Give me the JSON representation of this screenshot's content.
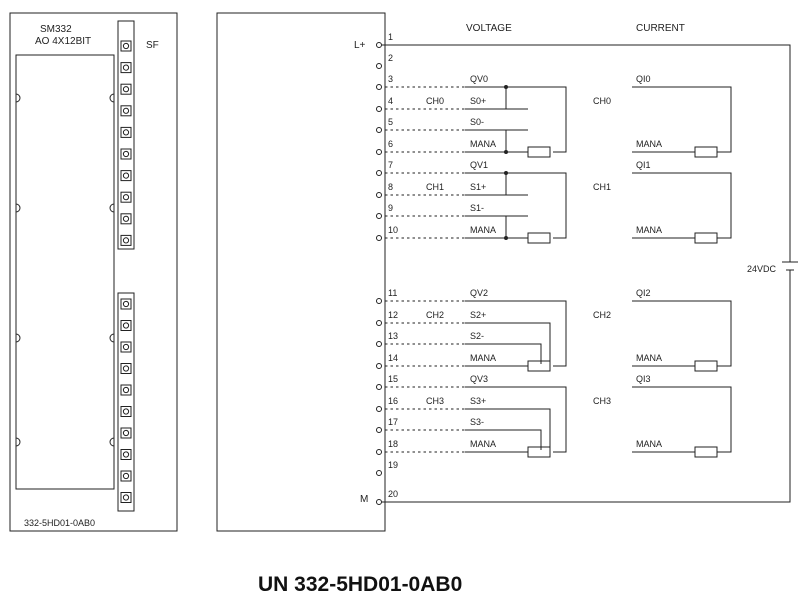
{
  "module": {
    "name": "SM332",
    "type": "AO 4X12BIT",
    "part_label": "332-5HD01-0AB0",
    "sf_label": "SF"
  },
  "diagram": {
    "voltage_header": "VOLTAGE",
    "current_header": "CURRENT",
    "supply_label": "24VDC",
    "lplus_label": "L+",
    "m_label": "M",
    "terminal_numbers": [
      "1",
      "2",
      "3",
      "4",
      "5",
      "6",
      "7",
      "8",
      "9",
      "10",
      "11",
      "12",
      "13",
      "14",
      "15",
      "16",
      "17",
      "18",
      "19",
      "20"
    ],
    "channels": [
      {
        "name": "CH0",
        "voltage_signals": [
          "QV0",
          "S0+",
          "S0-",
          "MANA"
        ],
        "current_signals": [
          "QI0",
          "MANA"
        ]
      },
      {
        "name": "CH1",
        "voltage_signals": [
          "QV1",
          "S1+",
          "S1-",
          "MANA"
        ],
        "current_signals": [
          "QI1",
          "MANA"
        ]
      },
      {
        "name": "CH2",
        "voltage_signals": [
          "QV2",
          "S2+",
          "S2-",
          "MANA"
        ],
        "current_signals": [
          "QI2",
          "MANA"
        ]
      },
      {
        "name": "CH3",
        "voltage_signals": [
          "QV3",
          "S3+",
          "S3-",
          "MANA"
        ],
        "current_signals": [
          "QI3",
          "MANA"
        ]
      }
    ]
  },
  "caption": "UN 332-5HD01-0AB0"
}
